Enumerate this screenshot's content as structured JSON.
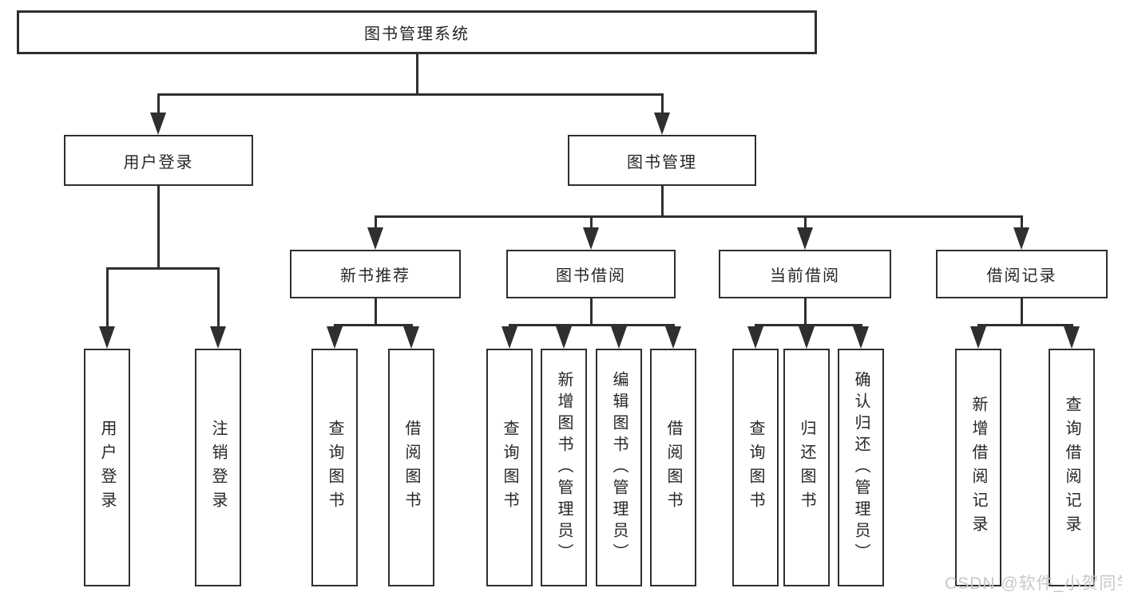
{
  "diagram": {
    "title": "图书管理系统",
    "nodes": {
      "root": "图书管理系统",
      "userLogin": "用户登录",
      "bookMgmt": "图书管理",
      "newBookRec": "新书推荐",
      "bookBorrow": "图书借阅",
      "currentBorrow": "当前借阅",
      "borrowRecords": "借阅记录",
      "leafUserLogin": "用户登录",
      "leafLogout": "注销登录",
      "leafQueryBook1": "查询图书",
      "leafBorrowBook1": "借阅图书",
      "leafQueryBook2": "查询图书",
      "leafAddBook": "新增图书（管理员）",
      "leafEditBook": "编辑图书（管理员）",
      "leafBorrowBook2": "借阅图书",
      "leafQueryBook3": "查询图书",
      "leafReturnBook": "归还图书",
      "leafConfirmReturn": "确认归还（管理员）",
      "leafAddRecord": "新增借阅记录",
      "leafQueryRecord": "查询借阅记录"
    },
    "tree": {
      "图书管理系统": {
        "用户登录": [
          "用户登录",
          "注销登录"
        ],
        "图书管理": {
          "新书推荐": [
            "查询图书",
            "借阅图书"
          ],
          "图书借阅": [
            "查询图书",
            "新增图书（管理员）",
            "编辑图书（管理员）",
            "借阅图书"
          ],
          "当前借阅": [
            "查询图书",
            "归还图书",
            "确认归还（管理员）"
          ],
          "借阅记录": [
            "新增借阅记录",
            "查询借阅记录"
          ]
        }
      }
    }
  },
  "watermark": "CSDN @软件_小贺同学",
  "colors": {
    "line": "#2f2f2f",
    "box_border": "#2f2f2f",
    "box_background": "#ffffff",
    "text": "#262626",
    "watermark": "#c8c8c8",
    "page_background": "#ffffff"
  }
}
